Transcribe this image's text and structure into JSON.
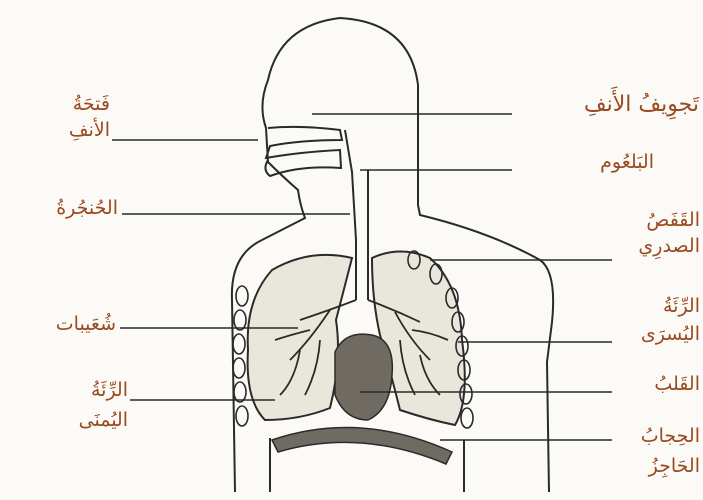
{
  "diagram": {
    "left_labels": {
      "nasal_opening_1": "فَتحَةُ",
      "nasal_opening_2": "الأنفِ",
      "larynx": "الحُنجُرةُ",
      "bronchioles": "شُعَيبات",
      "right_lung_1": "الرِّئَةُ",
      "right_lung_2": "اليُمنَى"
    },
    "right_labels": {
      "nasal_cavity": "تَجوِيفُ الأَنفِ",
      "pharynx": "البَلعُوم",
      "rib_cage_1": "القَفَصُ",
      "rib_cage_2": "الصدرِي",
      "left_lung_1": "الرِّئَةُ",
      "left_lung_2": "اليُسرَى",
      "heart": "القَلبُ",
      "diaphragm_1": "الحِجابُ",
      "diaphragm_2": "الحَاجِزُ"
    },
    "colors": {
      "label_text": "#9b4a1f",
      "outline": "#2a2a2a",
      "heart_fill": "#6f6b62",
      "diaphragm_fill": "#6f6b62",
      "lung_fill": "#e9e6dc"
    }
  }
}
